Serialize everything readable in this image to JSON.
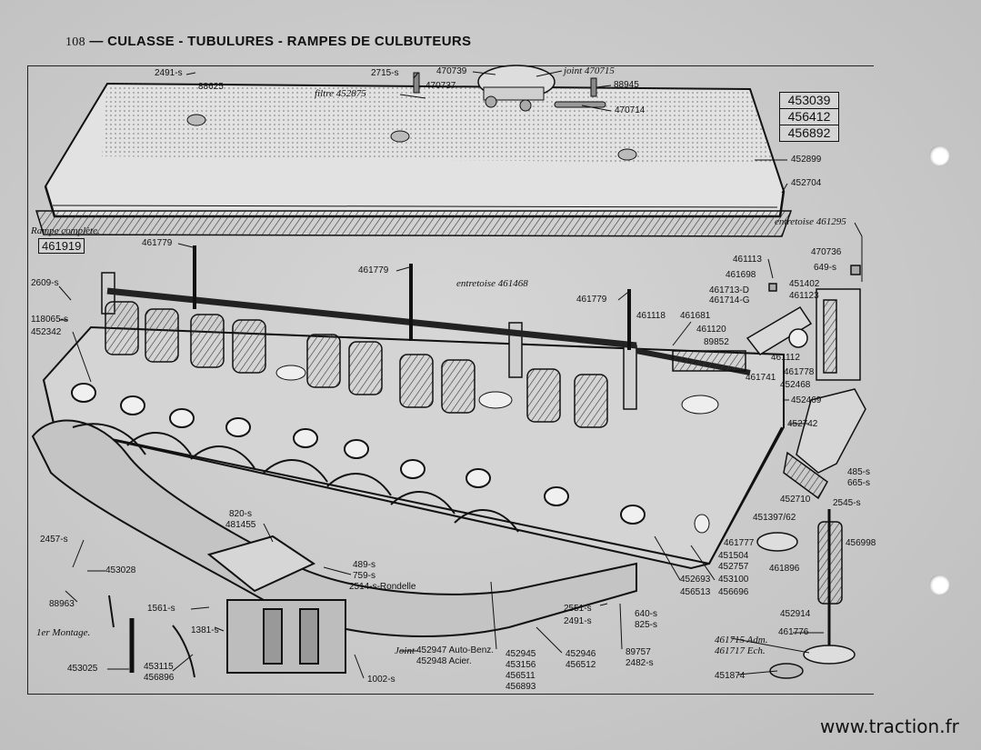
{
  "header": {
    "page_number": "108",
    "dash": "—",
    "title": "CULASSE - TUBULURES - RAMPES DE CULBUTEURS"
  },
  "reference_box": [
    "453039",
    "456412",
    "456892"
  ],
  "rampe_box": "461919",
  "watermark": "www.traction.fr",
  "labels": {
    "l2491s": "2491-s",
    "l88625": "88625",
    "l2715s": "2715-s",
    "l470737": "470737",
    "l470739": "470739",
    "ljoint470715": "joint 470715",
    "l88945": "88945",
    "lfiltre": "filtre 452875",
    "l470714": "470714",
    "l452899": "452899",
    "l452704": "452704",
    "lrampe": "Rampe complète.",
    "lentretoise461295": "entretoise 461295",
    "l461779a": "461779",
    "l461779b": "461779",
    "l461779c": "461779",
    "lentretoise461468": "entretoise 461468",
    "l461113": "461113",
    "l461698": "461698",
    "l461713": "461713-D",
    "l461714": "461714-G",
    "l470736": "470736",
    "l649s": "649-s",
    "l451402": "451402",
    "l461123": "461123",
    "l461118": "461118",
    "l461681": "461681",
    "l461120": "461120",
    "l89852": "89852",
    "l461112": "461112",
    "l461741": "461741",
    "l461778": "461778",
    "l452468": "452468",
    "l452469": "452469",
    "l452742": "452742",
    "l2609s": "2609-s",
    "l118065": "118065-s",
    "l452342": "452342",
    "l485s": "485-s",
    "l665s": "665-s",
    "l452710": "452710",
    "l2545s": "2545-s",
    "l451397": "451397/62",
    "l461777": "461777",
    "l451504": "451504",
    "l452757": "452757",
    "l456998": "456998",
    "l461896": "461896",
    "l820s": "820-s",
    "l481455": "481455",
    "l2457s": "2457-s",
    "l453028": "453028",
    "l88963": "88963",
    "l489s": "489-s",
    "l759s": "759-s",
    "l2514s": "2514-s-Rondelle",
    "l452693": "452693",
    "l456513": "456513",
    "l453100": "453100",
    "l456696": "456696",
    "l1561s": "1561-s",
    "l1381s": "1381-s",
    "l1montage": "1er Montage.",
    "l2551s": "2551-s",
    "l2491s2": "2491-s",
    "l640s": "640-s",
    "l825s": "825-s",
    "l452914": "452914",
    "l461776": "461776",
    "l453025": "453025",
    "l453115": "453115",
    "l456896": "456896",
    "ljoint": "Joint",
    "l452947": "452947 Auto-Benz.",
    "l452948": "452948 Acier.",
    "l452945": "452945",
    "l453156": "453156",
    "l456511": "456511",
    "l456893": "456893",
    "l452946": "452946",
    "l456512": "456512",
    "l89757": "89757",
    "l2482s": "2482-s",
    "l461715": "461715 Adm.",
    "l461717": "461717 Ech.",
    "l451874": "451874",
    "l1002s": "1002-s"
  }
}
